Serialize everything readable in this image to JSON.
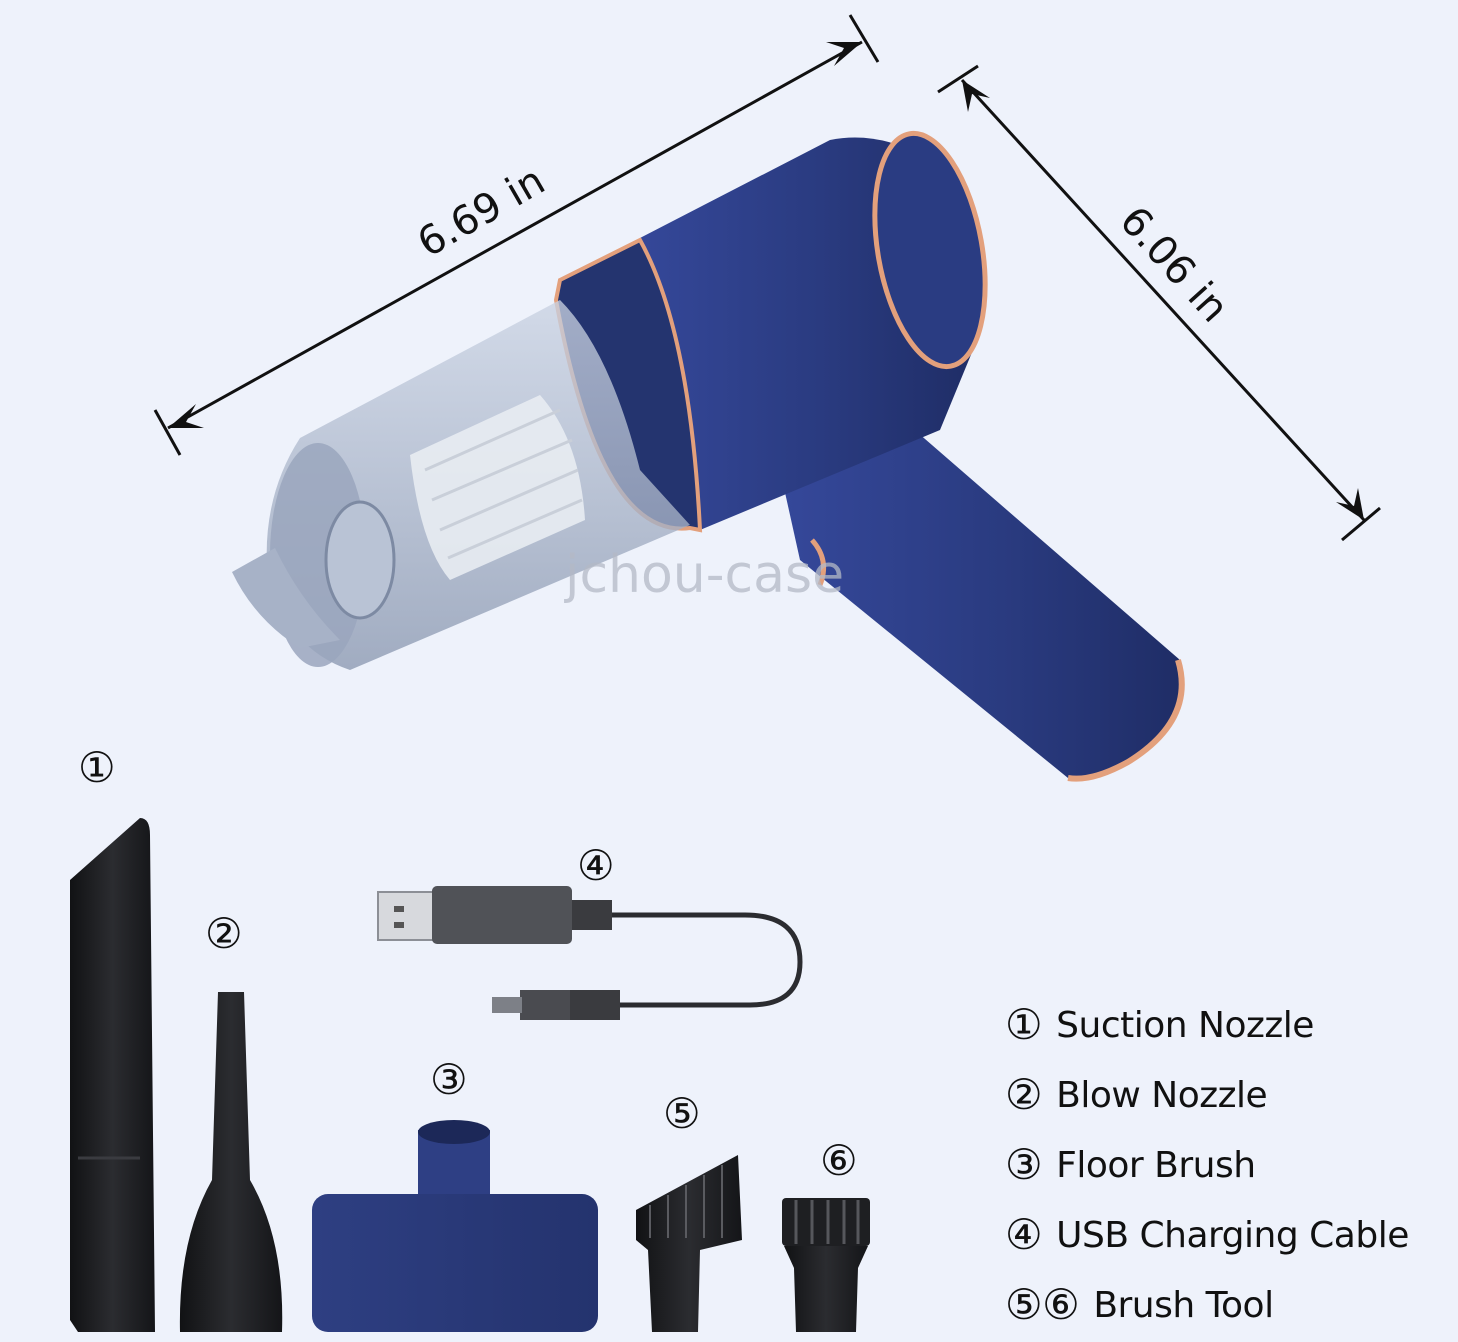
{
  "dimensions": {
    "length": "6.69 in",
    "height": "6.06 in"
  },
  "watermark": "jchou-case",
  "markers": {
    "m1": "①",
    "m2": "②",
    "m3": "③",
    "m4": "④",
    "m5": "⑤",
    "m6": "⑥"
  },
  "legend": [
    {
      "mark": "①",
      "label": "Suction Nozzle"
    },
    {
      "mark": "②",
      "label": "Blow Nozzle"
    },
    {
      "mark": "③",
      "label": "Floor Brush"
    },
    {
      "mark": "④",
      "label": "USB Charging Cable"
    },
    {
      "mark": "⑤⑥",
      "label": "Brush Tool"
    }
  ],
  "colors": {
    "background": "#eef2fb",
    "body_navy": "#2d3f86",
    "accent_copper": "#e3a07c",
    "accessory_black": "#1e1f22",
    "canister_gray": "#aab5c8"
  }
}
